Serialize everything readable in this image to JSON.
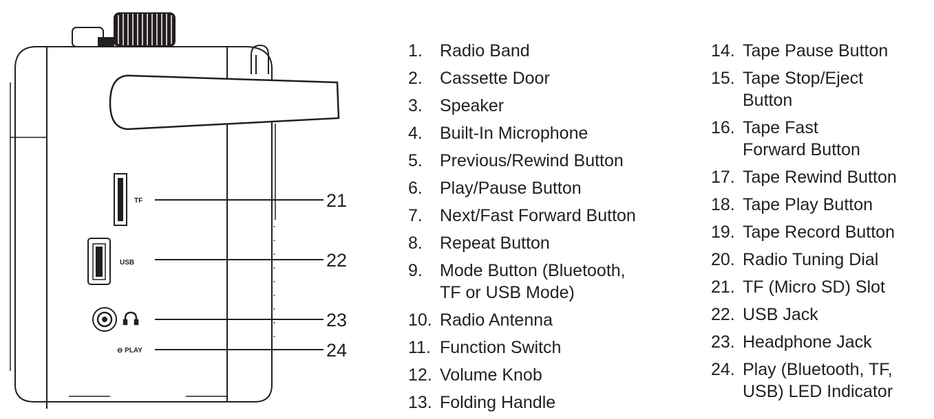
{
  "diagram": {
    "port_labels": {
      "tf": "TF",
      "usb": "USB",
      "play": "⊖ PLAY"
    },
    "callouts": [
      "21",
      "22",
      "23",
      "24"
    ]
  },
  "legend": {
    "column1": [
      {
        "num": "1.",
        "text": "Radio Band"
      },
      {
        "num": "2.",
        "text": "Cassette Door"
      },
      {
        "num": "3.",
        "text": "Speaker"
      },
      {
        "num": "4.",
        "text": "Built-In Microphone"
      },
      {
        "num": "5.",
        "text": "Previous/Rewind Button"
      },
      {
        "num": "6.",
        "text": "Play/Pause Button"
      },
      {
        "num": "7.",
        "text": "Next/Fast Forward Button"
      },
      {
        "num": "8.",
        "text": "Repeat Button"
      },
      {
        "num": "9.",
        "text": "Mode Button (Bluetooth,\nTF or USB Mode)"
      },
      {
        "num": "10.",
        "text": "Radio Antenna"
      },
      {
        "num": "11.",
        "text": "Function Switch"
      },
      {
        "num": "12.",
        "text": "Volume Knob"
      },
      {
        "num": "13.",
        "text": "Folding Handle"
      }
    ],
    "column2": [
      {
        "num": "14.",
        "text": "Tape Pause Button"
      },
      {
        "num": "15.",
        "text": "Tape Stop/Eject\nButton"
      },
      {
        "num": "16.",
        "text": "Tape Fast\nForward Button"
      },
      {
        "num": "17.",
        "text": "Tape Rewind Button"
      },
      {
        "num": "18.",
        "text": "Tape Play Button"
      },
      {
        "num": "19.",
        "text": "Tape Record Button"
      },
      {
        "num": "20.",
        "text": "Radio Tuning Dial"
      },
      {
        "num": "21.",
        "text": "TF (Micro SD) Slot"
      },
      {
        "num": "22.",
        "text": "USB Jack"
      },
      {
        "num": "23.",
        "text": "Headphone Jack"
      },
      {
        "num": "24.",
        "text": "Play (Bluetooth, TF,\nUSB) LED Indicator"
      }
    ]
  }
}
